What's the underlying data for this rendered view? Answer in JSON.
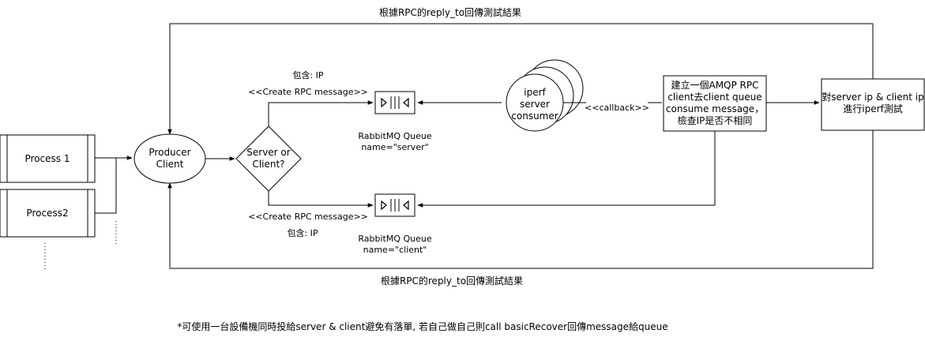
{
  "top_loop_label": "根據RPC的reply_to回傳測試結果",
  "bottom_loop_label": "根據RPC的reply_to回傳測試結果",
  "process1": "Process 1",
  "process2": "Process2",
  "producer": [
    "Producer",
    "Client"
  ],
  "decision": [
    "Server or",
    "Client?"
  ],
  "upper_edge": {
    "contains": "包含: IP",
    "message": "<<Create RPC message>>"
  },
  "lower_edge": {
    "message": "<<Create RPC message>>",
    "contains": "包含: IP"
  },
  "server_queue": [
    "RabbitMQ Queue",
    "name=\"server\""
  ],
  "client_queue": [
    "RabbitMQ Queue",
    "name=\"client\""
  ],
  "consumer": [
    "iperf",
    "server",
    "consumer"
  ],
  "callback": "<<callback>>",
  "check_box": [
    "建立一個AMQP RPC",
    "client去client queue",
    "consume message，",
    "檢查IP是否不相同"
  ],
  "test_box": [
    "對server ip & client ip",
    "進行iperf測試"
  ],
  "footnote": "*可使用一台設備機同時投給server & client避免有落單, 若自己做自己則call basicRecover回傳message給queue"
}
